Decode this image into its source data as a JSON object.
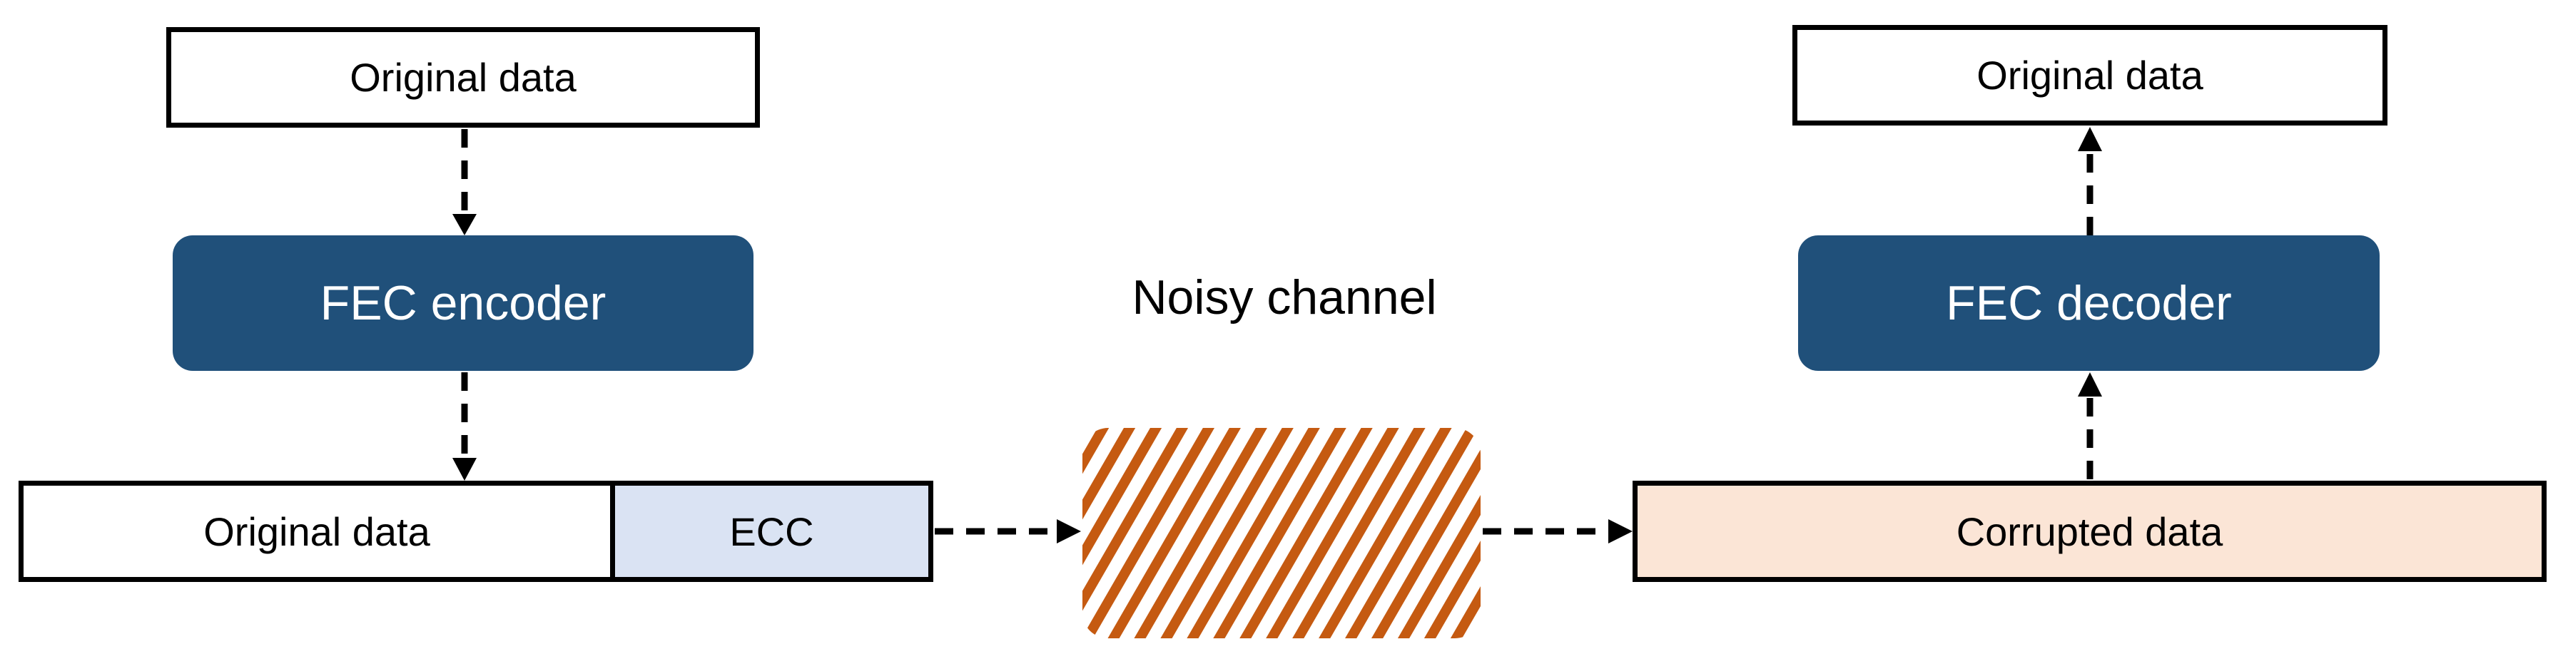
{
  "diagram": {
    "sender": {
      "input_label": "Original data",
      "encoder_label": "FEC encoder",
      "packet_data_label": "Original data",
      "packet_ecc_label": "ECC"
    },
    "channel": {
      "label": "Noisy channel"
    },
    "receiver": {
      "corrupted_label": "Corrupted data",
      "decoder_label": "FEC decoder",
      "output_label": "Original data"
    },
    "colors": {
      "block_fill": "#20507a",
      "ecc_fill": "#dae3f3",
      "corrupted_fill": "#fbe5d6",
      "noise_stripe": "#c55a11",
      "outline": "#000000"
    }
  }
}
